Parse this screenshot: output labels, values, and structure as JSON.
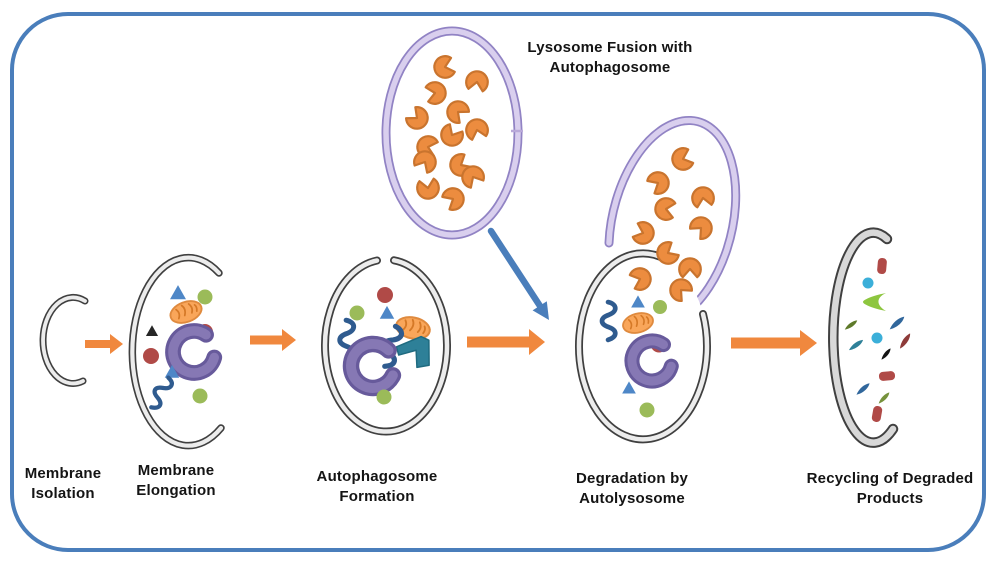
{
  "labels": {
    "lysosome_fusion": "Lysosome Fusion with Autophagosome"
  },
  "stages": [
    {
      "id": "membrane-isolation",
      "label": "Membrane Isolation"
    },
    {
      "id": "membrane-elongation",
      "label": "Membrane Elongation"
    },
    {
      "id": "autophagosome-formation",
      "label": "Autophagosome Formation"
    },
    {
      "id": "degradation-by-autolysosome",
      "label": "Degradation by Autolysosome"
    },
    {
      "id": "recycling-of-degraded-products",
      "label": "Recycling of Degraded Products"
    }
  ],
  "glyphs": {
    "lysosomal-enzyme-icon": "orange pac-man wedge shape",
    "mitochondrion-icon": "orange patterned oval",
    "protein-aggregate-icon": "purple crescent blob",
    "squiggle-cargo-icon": "navy wavy strand",
    "triangle-cargo-icon": "blue / black triangle",
    "vesicle-icon": "green / red circle",
    "teal-organelle-icon": "teal angular fragment",
    "degraded-fragment-icon": "small colored specks",
    "flow-arrow-icon": "orange right arrow",
    "fusion-arrow-icon": "blue diagonal arrow"
  },
  "colors": {
    "frame_border": "#4A7EBB",
    "label_text": "#141414",
    "flow_arrow": "#F0883E",
    "fusion_arrow": "#4A7EBB",
    "membrane_outline": "#404040",
    "membrane_fill": "#ECECEC",
    "lysosome_membrane_outline": "#9183C4",
    "lysosome_membrane_fill": "#D9CFEE",
    "enzyme_fill": "#EC8C3F",
    "enzyme_outline": "#C9742E",
    "mitochondrion_fill": "#F9A65A",
    "mitochondrion_outline": "#DF8A3E",
    "mitochondrion_pattern": "#D57927",
    "aggregate_dark": "#675A9B",
    "aggregate_light": "#8678B4",
    "cargo_triangle_blue": "#4E87C7",
    "cargo_triangle_black": "#262626",
    "vesicle_green": "#9BBB59",
    "vesicle_red": "#B04A47",
    "squiggle_navy": "#2F5B8F",
    "organelle_teal": "#2E8098",
    "fragment_cyan": "#3BAFD9",
    "fragment_lime": "#8DC63F",
    "fragment_steel_blue": "#31679C",
    "fragment_dark_red": "#8E3B39",
    "fragment_olive": "#5E7A2A",
    "fragment_green": "#76923C",
    "fragment_black": "#141414",
    "fragment_teal": "#2E8098"
  }
}
